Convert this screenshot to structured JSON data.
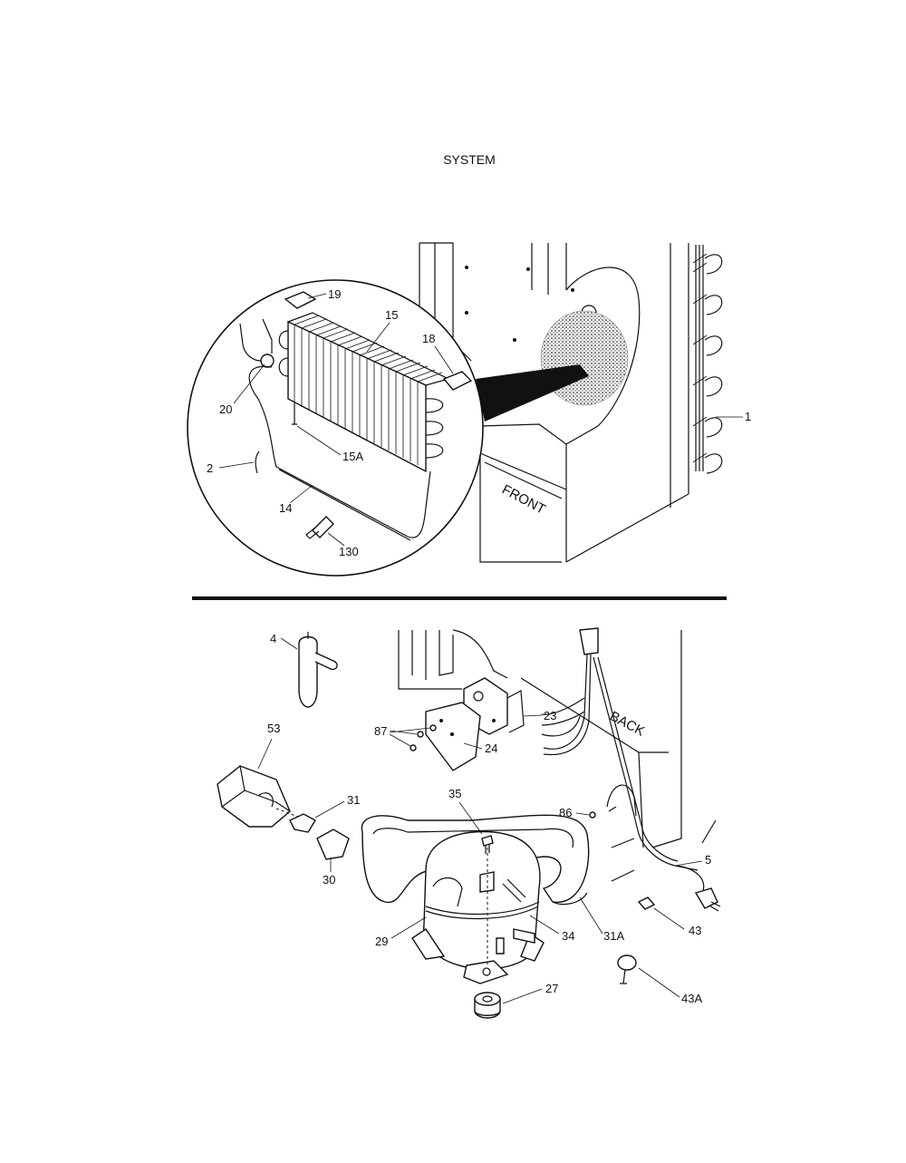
{
  "title": "SYSTEM",
  "view_labels": {
    "front": "FRONT",
    "back": "BACK"
  },
  "callouts": {
    "c1": "1",
    "c2": "2",
    "c14": "14",
    "c15": "15",
    "c15A": "15A",
    "c18": "18",
    "c19": "19",
    "c20": "20",
    "c130": "130",
    "c4": "4",
    "c5": "5",
    "c23": "23",
    "c24": "24",
    "c27": "27",
    "c29": "29",
    "c30": "30",
    "c31": "31",
    "c31A": "31A",
    "c34": "34",
    "c35": "35",
    "c43": "43",
    "c43A": "43A",
    "c53": "53",
    "c86": "86",
    "c87": "87"
  }
}
